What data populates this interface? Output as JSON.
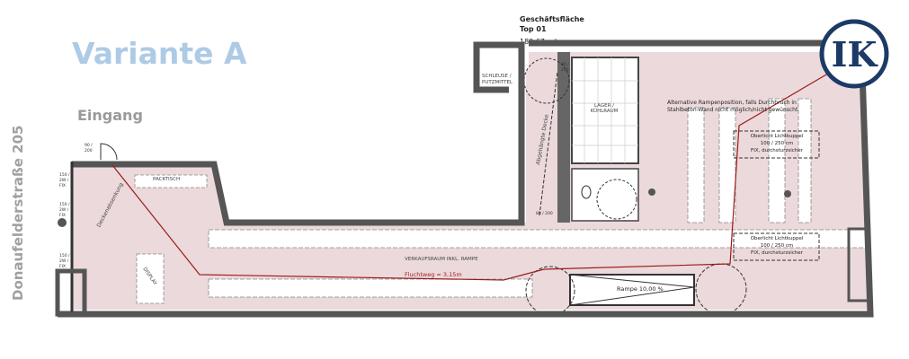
{
  "title": "Variante A",
  "entrance_label": "Eingang",
  "street_label": "Donaufelderstraße 205",
  "area": {
    "name": "Geschäftsfläche",
    "unit_label": "Top 01",
    "size": "180,67 m²"
  },
  "rooms": {
    "packing": "PACKTISCH",
    "storage": "LAGER / KÜHLRAUM",
    "sales": "VERKAUFSRAUM INKL. RAMPE",
    "locker": "SCHLEUSE / PUTZMITTEL",
    "display": "DISPLAY"
  },
  "annotations": {
    "ceiling_drop": "Deckenabsenkung",
    "suspended_ceiling": "Abgehängte Decke",
    "escape_route": "Fluchtweg = 3,15m",
    "ramp": "Rampe 10,00 %",
    "alt_ramp_line1": "Alternative Rampenposition, falls Durchbruch in",
    "alt_ramp_line2": "Stahlbeton-Wand nicht möglich/nicht gewünscht"
  },
  "skylights": [
    {
      "line1": "Oberlicht Lichtkuppel",
      "line2": "100 / 250 cm",
      "line3": "FIX, durchsturzsicher"
    },
    {
      "line1": "Oberlicht Lichtkuppel",
      "line2": "100 / 250 cm",
      "line3": "FIX, durchsturzsicher"
    }
  ],
  "windows": [
    "150 / 2W / FIX",
    "150 / 2W / FIX",
    "150 / 2W / FIX"
  ],
  "doors": [
    "80 / 200",
    "80 / 200",
    "90 / 200"
  ],
  "logo": {
    "text": "IK",
    "color": "#1c3a66"
  },
  "colors": {
    "floor": "#ecd9db",
    "wall": "#555555",
    "escape_route": "#9b1c1c",
    "title": "#aecbe6"
  }
}
